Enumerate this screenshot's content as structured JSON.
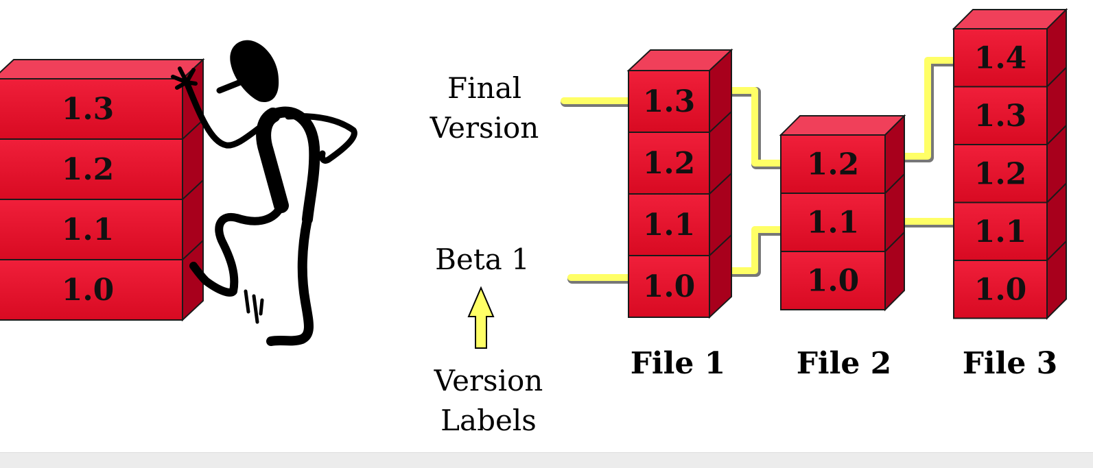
{
  "left_stack": {
    "versions": [
      "1.3",
      "1.2",
      "1.1",
      "1.0"
    ]
  },
  "labels": {
    "final_line1": "Final",
    "final_line2": "Version",
    "beta": "Beta 1",
    "version_labels_line1": "Version",
    "version_labels_line2": "Labels"
  },
  "files": [
    {
      "name": "File 1",
      "versions": [
        "1.3",
        "1.2",
        "1.1",
        "1.0"
      ]
    },
    {
      "name": "File 2",
      "versions": [
        "1.2",
        "1.1",
        "1.0"
      ]
    },
    {
      "name": "File 3",
      "versions": [
        "1.4",
        "1.3",
        "1.2",
        "1.1",
        "1.0"
      ]
    }
  ],
  "colors": {
    "block_front": "#e8102a",
    "block_top": "#f0405a",
    "block_side": "#a8001c",
    "block_border": "#1a1a1a",
    "label_line": "#ffff66",
    "arrow_fill": "#ffff66",
    "figure": "#000000"
  }
}
